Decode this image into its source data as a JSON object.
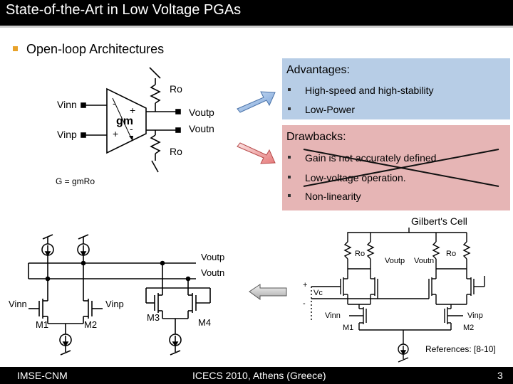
{
  "slide": {
    "title": "State-of-the-Art in Low Voltage PGAs",
    "bullet": "Open-loop Architectures",
    "advantages": {
      "heading": "Advantages:",
      "items": [
        "High-speed and high-stability",
        "Low-Power"
      ]
    },
    "drawbacks": {
      "heading": "Drawbacks:",
      "items": [
        "Gain is not accurately defined.",
        "Low-voltage operation.",
        "Non-linearity"
      ]
    },
    "gain_formula": "G = gmRo",
    "gilbert_label": "Gilbert's Cell",
    "references": "References: [8-10]",
    "footer": {
      "left": "IMSE-CNM",
      "center": "ICECS 2010, Athens (Greece)",
      "page": "3"
    }
  },
  "circuit_labels": {
    "ota": {
      "vinn": "Vinn",
      "vinp": "Vinp",
      "gm": "gm",
      "ro_top": "Ro",
      "ro_bottom": "Ro",
      "voutp": "Voutp",
      "voutn": "Voutn",
      "minus_in": "-",
      "plus_in": "+",
      "plus_out": "+",
      "minus_out": "-"
    },
    "diff_pair": {
      "voutp": "Voutp",
      "voutn": "Voutn",
      "vinn": "Vinn",
      "vinp": "Vinp",
      "m1": "M1",
      "m2": "M2",
      "m3": "M3",
      "m4": "M4"
    },
    "gilbert": {
      "ro_left": "Ro",
      "ro_right": "Ro",
      "voutp": "Voutp",
      "voutn": "Voutn",
      "vc": "Vc",
      "vinn": "Vinn",
      "vinp": "Vinp",
      "m1": "M1",
      "m2": "M2",
      "plus": "+",
      "minus": "-"
    }
  },
  "colors": {
    "title_bg": "#000000",
    "advantages_bg": "#b7cde6",
    "drawbacks_bg": "#e6b5b5",
    "bullet": "#e8a22a"
  }
}
